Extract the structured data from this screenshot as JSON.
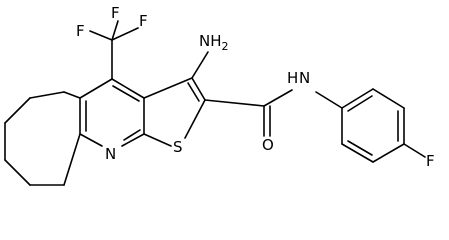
{
  "molecule": {
    "atoms": {
      "cf3_f1": "F",
      "cf3_f2": "F",
      "cf3_f3": "F",
      "amino": "NH2",
      "amide_n": "N",
      "amide_h": "H",
      "carbonyl_o": "O",
      "pyridine_n": "N",
      "thiophene_s": "S",
      "aryl_f": "F"
    }
  },
  "colors": {
    "ink": "#000000",
    "background": "#ffffff"
  }
}
